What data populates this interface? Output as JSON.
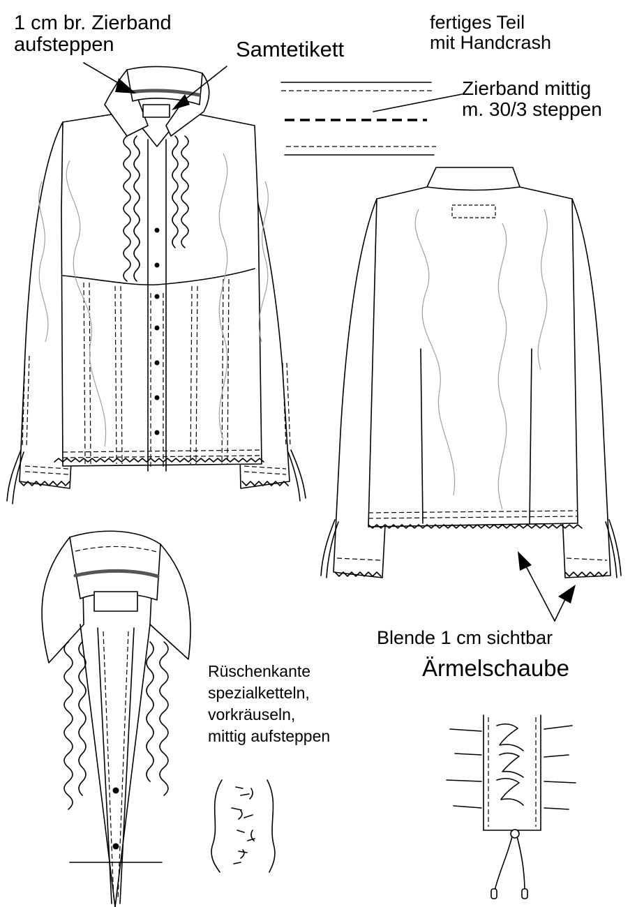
{
  "labels": {
    "zierband_line1": "1 cm  br.  Zierband",
    "zierband_line2": "aufsteppen",
    "samtetikett": "Samtetikett",
    "fertiges_line1": "fertiges Teil",
    "fertiges_line2": "mit Handcrash",
    "zierband_mittig_line1": "Zierband mittig",
    "zierband_mittig_line2": "m. 30/3 steppen",
    "blende": "Blende 1 cm sichtbar",
    "aermelschaube": "Ärmelschaube",
    "rueschen_line1": "Rüschenkante",
    "rueschen_line2": "spezialketteln,",
    "rueschen_line3": "vorkräuseln,",
    "rueschen_line4": "mittig aufsteppen"
  },
  "colors": {
    "line": "#000000",
    "wash": "#a0a0a0",
    "zierband": "#555555",
    "background": "#ffffff"
  }
}
